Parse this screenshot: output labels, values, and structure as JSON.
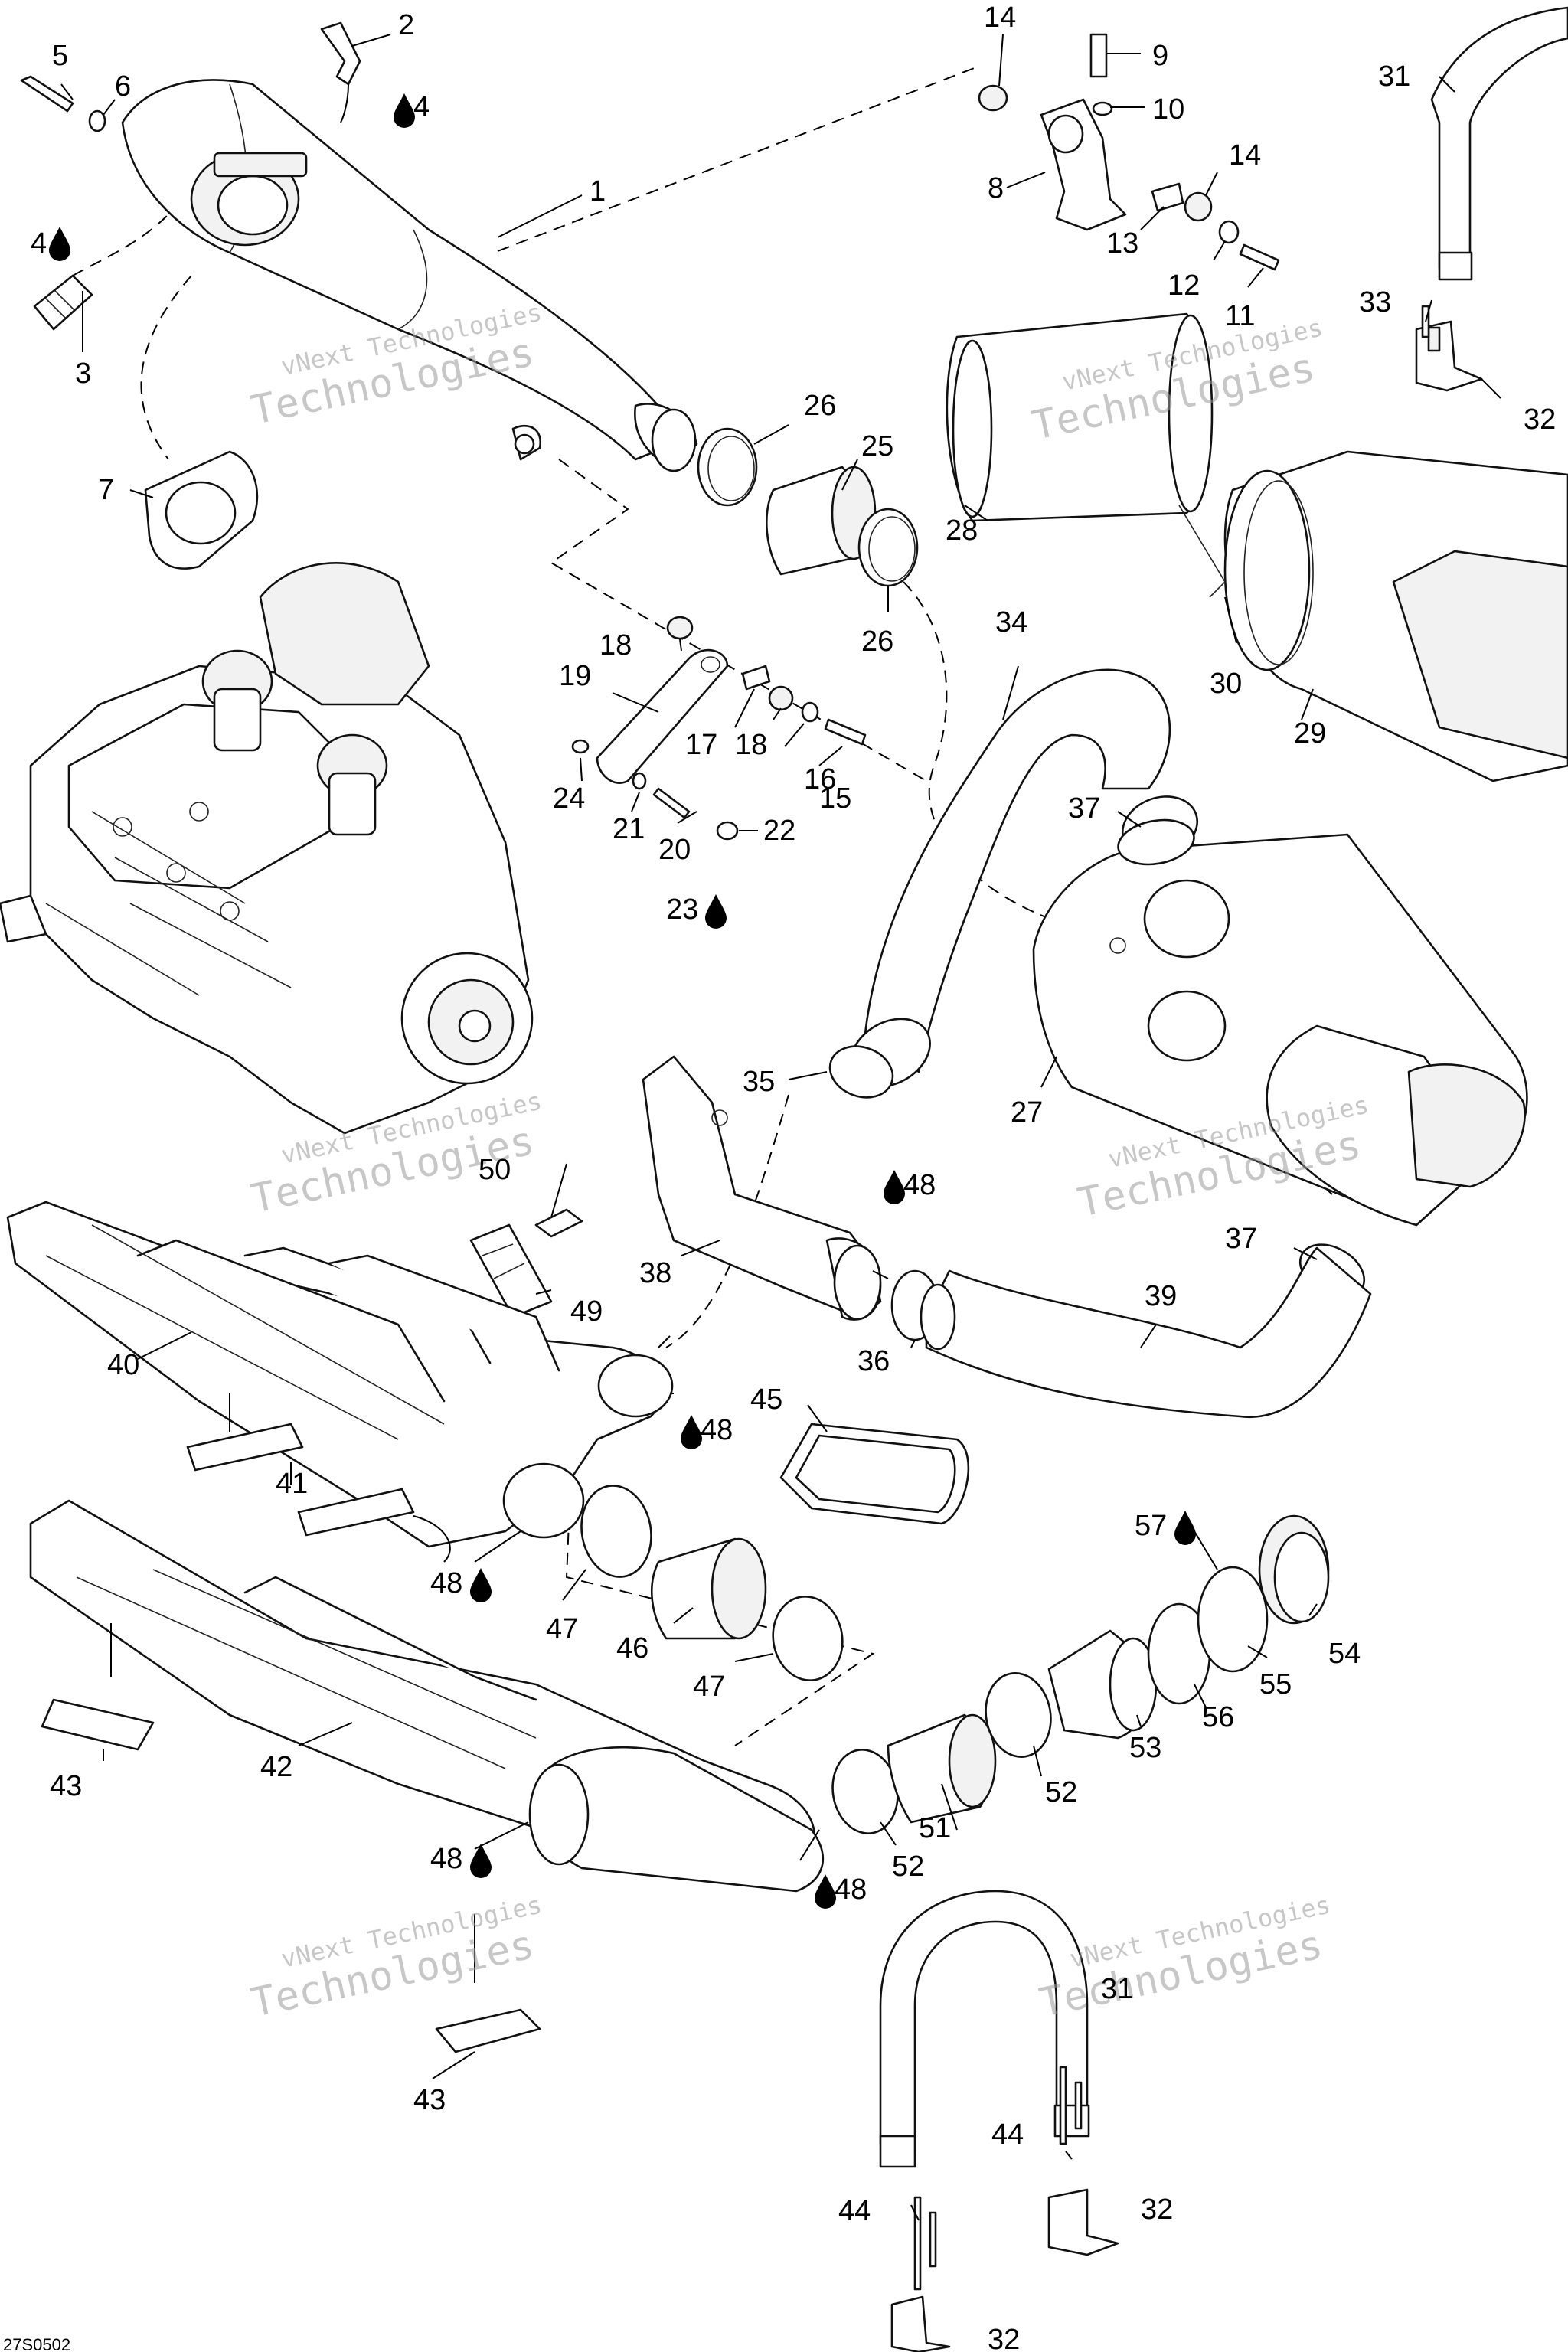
{
  "diagram": {
    "callouts": [
      {
        "key": "c1",
        "text": "1"
      },
      {
        "key": "c2",
        "text": "2"
      },
      {
        "key": "c3",
        "text": "3"
      },
      {
        "key": "c4a",
        "text": "4"
      },
      {
        "key": "c4b",
        "text": "4"
      },
      {
        "key": "c5",
        "text": "5"
      },
      {
        "key": "c6",
        "text": "6"
      },
      {
        "key": "c7",
        "text": "7"
      },
      {
        "key": "c8",
        "text": "8"
      },
      {
        "key": "c9",
        "text": "9"
      },
      {
        "key": "c10",
        "text": "10"
      },
      {
        "key": "c11",
        "text": "11"
      },
      {
        "key": "c12",
        "text": "12"
      },
      {
        "key": "c13",
        "text": "13"
      },
      {
        "key": "c14a",
        "text": "14"
      },
      {
        "key": "c14b",
        "text": "14"
      },
      {
        "key": "c15",
        "text": "15"
      },
      {
        "key": "c16",
        "text": "16"
      },
      {
        "key": "c17",
        "text": "17"
      },
      {
        "key": "c18a",
        "text": "18"
      },
      {
        "key": "c18b",
        "text": "18"
      },
      {
        "key": "c19",
        "text": "19"
      },
      {
        "key": "c20",
        "text": "20"
      },
      {
        "key": "c21",
        "text": "21"
      },
      {
        "key": "c22",
        "text": "22"
      },
      {
        "key": "c23",
        "text": "23"
      },
      {
        "key": "c24",
        "text": "24"
      },
      {
        "key": "c25",
        "text": "25"
      },
      {
        "key": "c26a",
        "text": "26"
      },
      {
        "key": "c26b",
        "text": "26"
      },
      {
        "key": "c27",
        "text": "27"
      },
      {
        "key": "c28",
        "text": "28"
      },
      {
        "key": "c29",
        "text": "29"
      },
      {
        "key": "c30",
        "text": "30"
      },
      {
        "key": "c31a",
        "text": "31"
      },
      {
        "key": "c31b",
        "text": "31"
      },
      {
        "key": "c32a",
        "text": "32"
      },
      {
        "key": "c32b",
        "text": "32"
      },
      {
        "key": "c32c",
        "text": "32"
      },
      {
        "key": "c33",
        "text": "33"
      },
      {
        "key": "c34",
        "text": "34"
      },
      {
        "key": "c35",
        "text": "35"
      },
      {
        "key": "c36",
        "text": "36"
      },
      {
        "key": "c37a",
        "text": "37"
      },
      {
        "key": "c37b",
        "text": "37"
      },
      {
        "key": "c38",
        "text": "38"
      },
      {
        "key": "c39",
        "text": "39"
      },
      {
        "key": "c40",
        "text": "40"
      },
      {
        "key": "c41",
        "text": "41"
      },
      {
        "key": "c42",
        "text": "42"
      },
      {
        "key": "c43a",
        "text": "43"
      },
      {
        "key": "c43b",
        "text": "43"
      },
      {
        "key": "c44a",
        "text": "44"
      },
      {
        "key": "c44b",
        "text": "44"
      },
      {
        "key": "c45",
        "text": "45"
      },
      {
        "key": "c46",
        "text": "46"
      },
      {
        "key": "c47a",
        "text": "47"
      },
      {
        "key": "c47b",
        "text": "47"
      },
      {
        "key": "c48a",
        "text": "48"
      },
      {
        "key": "c48b",
        "text": "48"
      },
      {
        "key": "c48c",
        "text": "48"
      },
      {
        "key": "c48d",
        "text": "48"
      },
      {
        "key": "c48e",
        "text": "48"
      },
      {
        "key": "c49",
        "text": "49"
      },
      {
        "key": "c50",
        "text": "50"
      },
      {
        "key": "c51",
        "text": "51"
      },
      {
        "key": "c52a",
        "text": "52"
      },
      {
        "key": "c52b",
        "text": "52"
      },
      {
        "key": "c53",
        "text": "53"
      },
      {
        "key": "c54",
        "text": "54"
      },
      {
        "key": "c55",
        "text": "55"
      },
      {
        "key": "c56",
        "text": "56"
      },
      {
        "key": "c57",
        "text": "57"
      }
    ],
    "watermark_line1": "vNext Technologies",
    "watermark_line2": "Technologies",
    "document_id": "27S0502",
    "sealant_icon": "drop-icon"
  }
}
